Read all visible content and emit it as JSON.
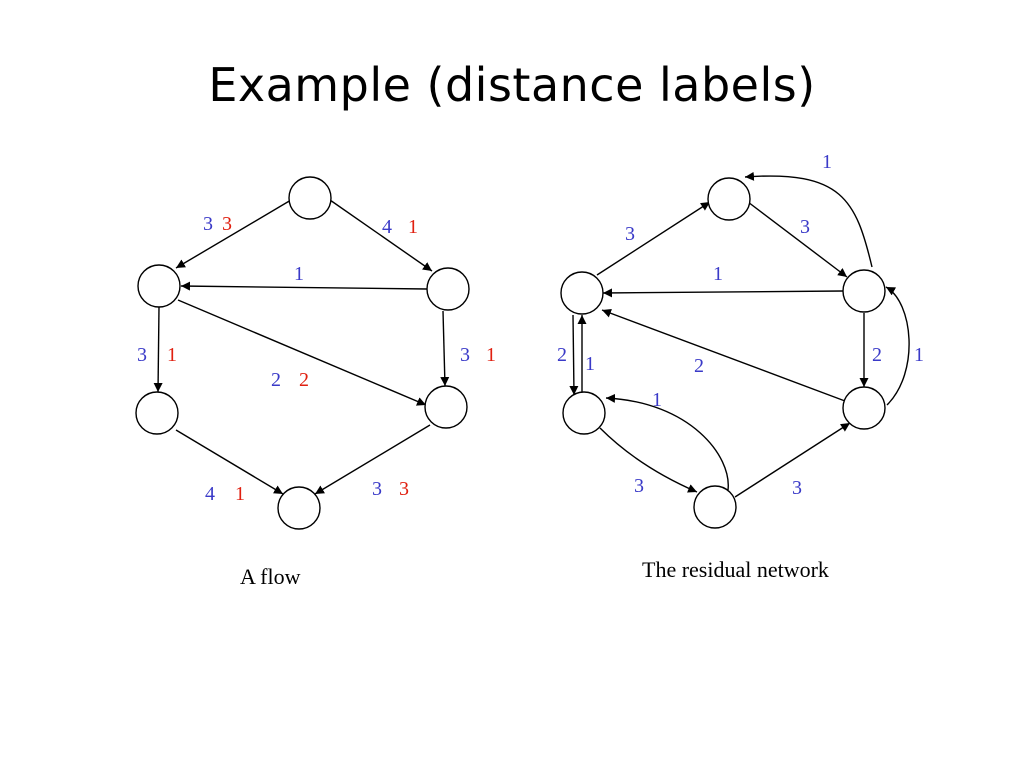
{
  "title": "Example (distance labels)",
  "colors": {
    "capacity": "#3a3ac8",
    "flow": "#e02010",
    "node_stroke": "#000000",
    "edge": "#000000"
  },
  "flow_graph": {
    "caption": "A flow",
    "nodes": [
      "top",
      "left-upper",
      "right-upper",
      "left-lower",
      "right-lower",
      "bottom"
    ],
    "edges": [
      {
        "from": "top",
        "to": "left-upper",
        "capacity": "3",
        "flow": "3"
      },
      {
        "from": "top",
        "to": "right-upper",
        "capacity": "4",
        "flow": "1"
      },
      {
        "from": "right-upper",
        "to": "left-upper",
        "capacity": "1",
        "flow": ""
      },
      {
        "from": "left-upper",
        "to": "left-lower",
        "capacity": "3",
        "flow": "1"
      },
      {
        "from": "right-upper",
        "to": "right-lower",
        "capacity": "3",
        "flow": "1"
      },
      {
        "from": "left-upper",
        "to": "right-lower",
        "capacity": "2",
        "flow": "2"
      },
      {
        "from": "left-lower",
        "to": "bottom",
        "capacity": "4",
        "flow": "1"
      },
      {
        "from": "right-lower",
        "to": "bottom",
        "capacity": "3",
        "flow": "3"
      }
    ]
  },
  "residual_graph": {
    "caption": "The residual network",
    "nodes": [
      "top",
      "left-upper",
      "right-upper",
      "left-lower",
      "right-lower",
      "bottom"
    ],
    "edges": [
      {
        "from": "left-upper",
        "to": "top",
        "capacity": "3"
      },
      {
        "from": "top",
        "to": "right-upper",
        "capacity": "3"
      },
      {
        "from": "right-upper",
        "to": "top",
        "capacity": "1"
      },
      {
        "from": "right-upper",
        "to": "left-upper",
        "capacity": "1"
      },
      {
        "from": "left-upper",
        "to": "left-lower",
        "capacity": "2"
      },
      {
        "from": "left-lower",
        "to": "left-upper",
        "capacity": "1"
      },
      {
        "from": "right-lower",
        "to": "left-upper",
        "capacity": "2"
      },
      {
        "from": "right-upper",
        "to": "right-lower",
        "capacity": "2"
      },
      {
        "from": "right-lower",
        "to": "right-upper",
        "capacity": "1"
      },
      {
        "from": "bottom",
        "to": "left-lower",
        "capacity": "1"
      },
      {
        "from": "left-lower",
        "to": "bottom",
        "capacity": "3"
      },
      {
        "from": "bottom",
        "to": "right-lower",
        "capacity": "3"
      }
    ]
  }
}
